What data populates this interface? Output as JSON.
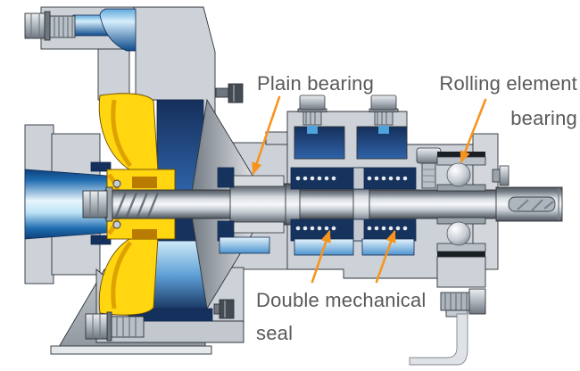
{
  "diagram": {
    "type": "cutaway-illustration",
    "subject": "Centrifugal pump cross-section"
  },
  "labels": {
    "plain_bearing": "Plain bearing",
    "rolling_element_line1": "Rolling element",
    "rolling_element_line2": "bearing",
    "double_seal_line1": "Double mechanical",
    "double_seal_line2": "seal"
  },
  "colors": {
    "annotation_orange": "#F7941E",
    "label_gray": "#58595B",
    "impeller_yellow": "#FFD60F",
    "fluid_navy": "#16335E",
    "fluid_light_blue": "#CFEAF9",
    "casing_gray": "#CDD2D8",
    "shaft_highlight": "#F6F8FA",
    "background": "#FFFFFF"
  }
}
